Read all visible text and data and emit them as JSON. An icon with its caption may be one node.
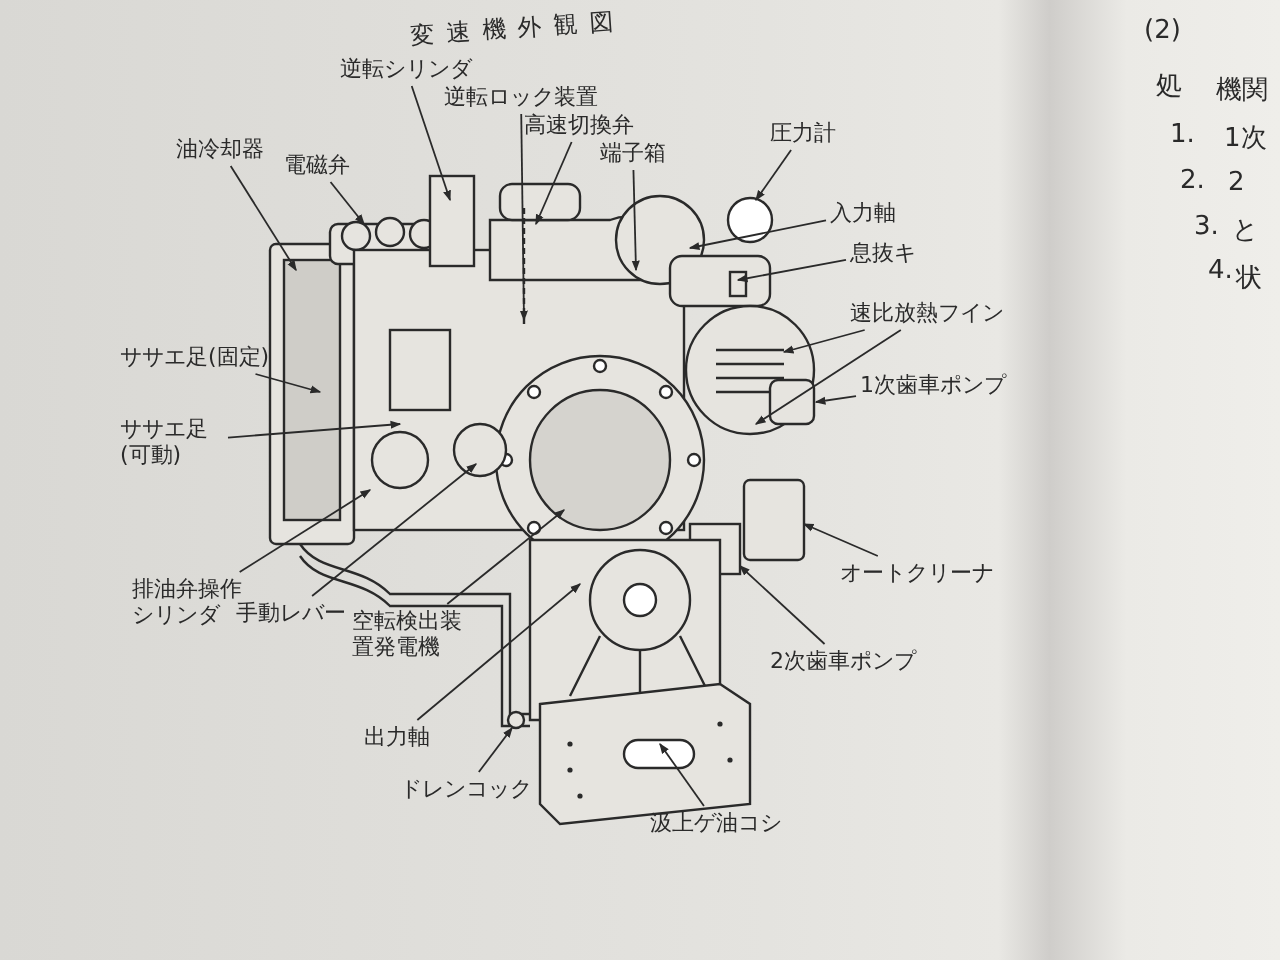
{
  "diagram": {
    "title": "変速機外観図",
    "nodes": [
      {
        "text": [
          "油冷却器"
        ]
      },
      {
        "text": [
          "電磁弁"
        ]
      },
      {
        "text": [
          "逆転シリンダ"
        ]
      },
      {
        "text": [
          "逆転ロック装置"
        ]
      },
      {
        "text": [
          "高速切換弁"
        ]
      },
      {
        "text": [
          "端子箱"
        ]
      },
      {
        "text": [
          "圧力計"
        ]
      },
      {
        "text": [
          "入力軸"
        ]
      },
      {
        "text": [
          "息抜キ"
        ]
      },
      {
        "text": [
          "速比放熱フイン"
        ]
      },
      {
        "text": [
          "1次歯車ポンプ"
        ]
      },
      {
        "text": [
          "オートクリーナ"
        ]
      },
      {
        "text": [
          "2次歯車ポンプ"
        ]
      },
      {
        "text": [
          "汲上ゲ油コシ"
        ]
      },
      {
        "text": [
          "ドレンコック"
        ]
      },
      {
        "text": [
          "出力軸"
        ]
      },
      {
        "text": [
          "空転検出装置発電機"
        ]
      },
      {
        "text": [
          "手動レバー"
        ]
      },
      {
        "text": [
          "排油弁操作シリンダ"
        ]
      },
      {
        "text": [
          "ササエ足(固定)"
        ]
      },
      {
        "text": [
          "ササエ足(可動)"
        ]
      }
    ],
    "edges": [
      {
        "from": 0,
        "to": null,
        "arrow": "to"
      },
      {
        "from": 1,
        "to": null,
        "arrow": "to"
      },
      {
        "from": 2,
        "to": null,
        "arrow": "to"
      },
      {
        "from": 3,
        "to": null,
        "arrow": "to"
      },
      {
        "from": 4,
        "to": null,
        "arrow": "to"
      },
      {
        "from": 5,
        "to": null,
        "arrow": "to"
      },
      {
        "from": 6,
        "to": null,
        "arrow": "to"
      },
      {
        "from": 7,
        "to": null,
        "arrow": "to"
      },
      {
        "from": 8,
        "to": null,
        "arrow": "to"
      },
      {
        "from": 9,
        "to": null,
        "arrow": "to"
      },
      {
        "from": 9,
        "to": null,
        "arrow": "to"
      },
      {
        "from": 10,
        "to": null,
        "arrow": "to"
      },
      {
        "from": 11,
        "to": null,
        "arrow": "to"
      },
      {
        "from": 12,
        "to": null,
        "arrow": "to"
      },
      {
        "from": 13,
        "to": null,
        "arrow": "to"
      },
      {
        "from": 14,
        "to": null,
        "arrow": "to"
      },
      {
        "from": 15,
        "to": null,
        "arrow": "to"
      },
      {
        "from": 16,
        "to": null,
        "arrow": "to"
      },
      {
        "from": 17,
        "to": null,
        "arrow": "to"
      },
      {
        "from": 18,
        "to": null,
        "arrow": "to"
      },
      {
        "from": 19,
        "to": null,
        "arrow": "to"
      },
      {
        "from": 20,
        "to": null,
        "arrow": "to"
      }
    ],
    "labels": [
      "(2)",
      "処",
      "機関",
      "1.",
      "1次",
      "2.",
      "2",
      "3.",
      "と",
      "4.",
      "状"
    ]
  }
}
